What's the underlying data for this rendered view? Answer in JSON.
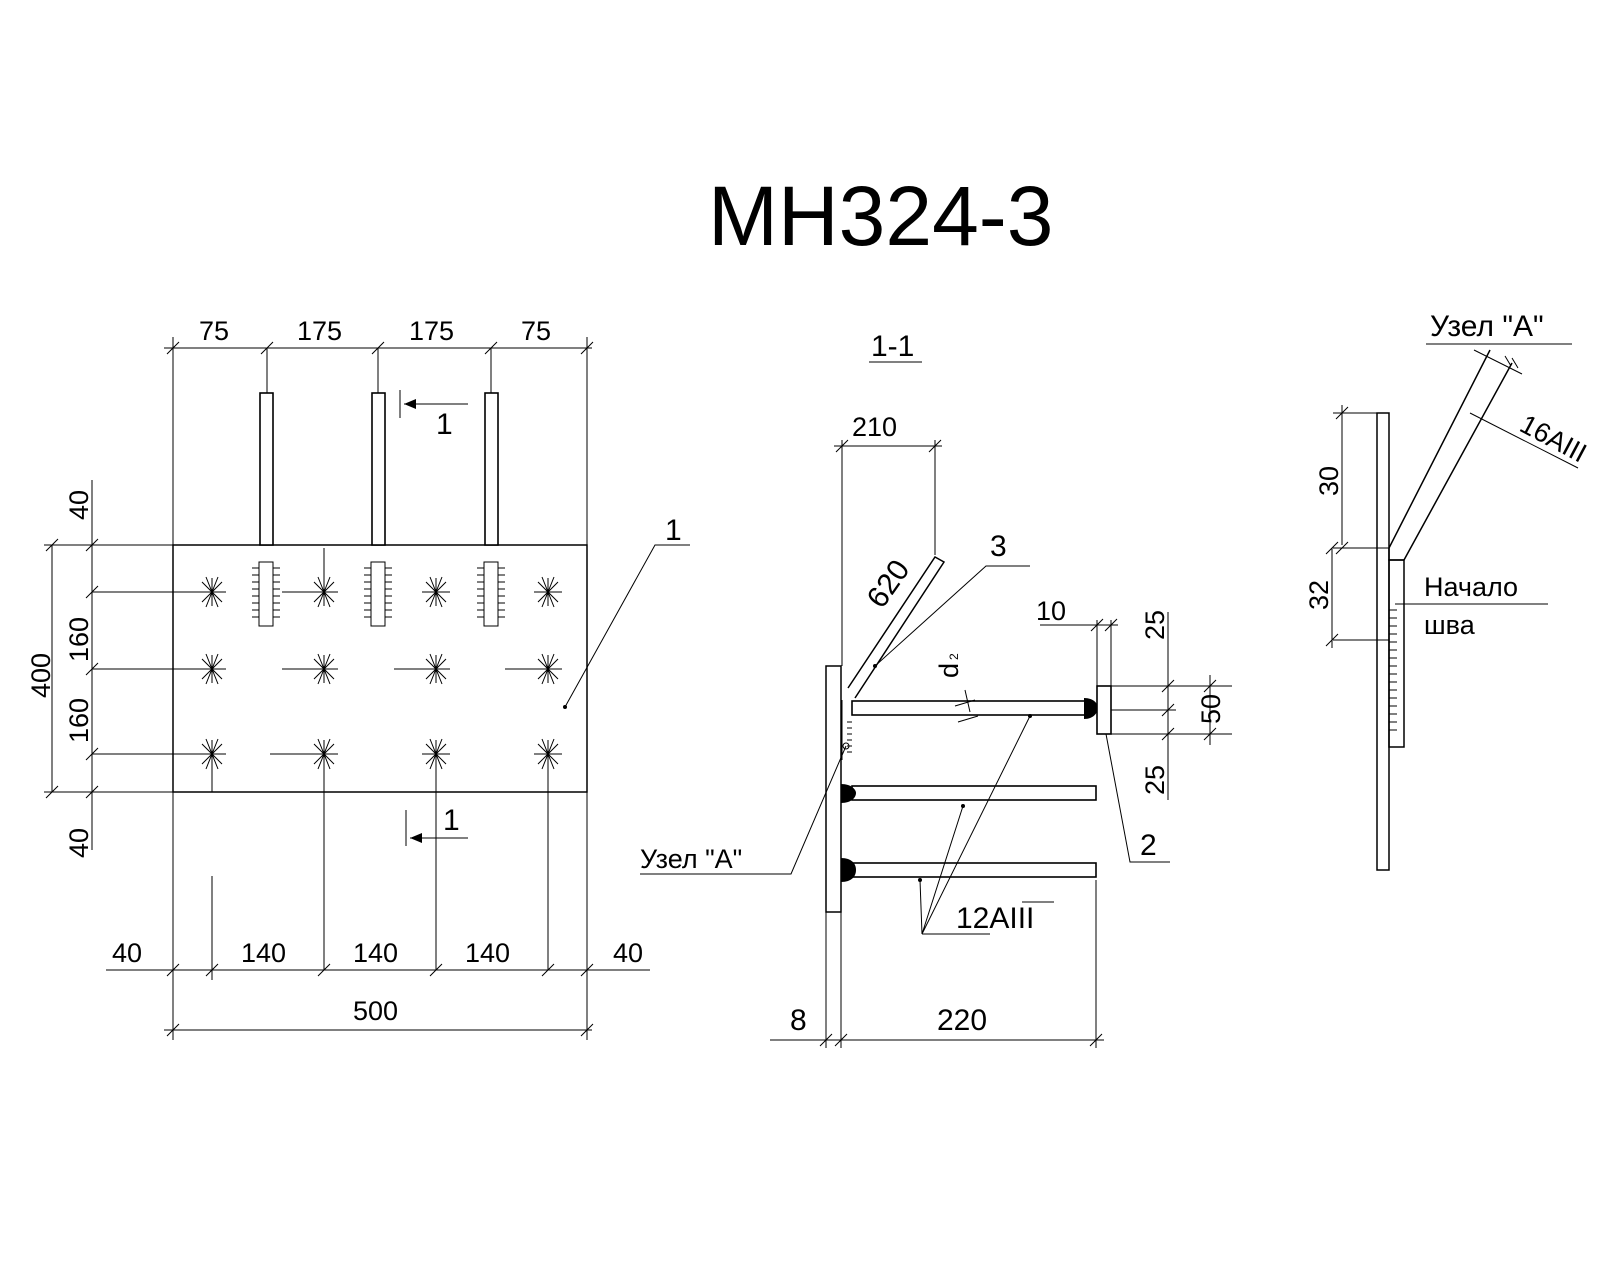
{
  "title": "МН324-3",
  "plan": {
    "top_dims": [
      "75",
      "175",
      "175",
      "75"
    ],
    "left_dims": {
      "total": "400",
      "top_edge": "40",
      "row1": "160",
      "row2": "160",
      "bottom_edge": "40"
    },
    "bottom_dims": [
      "40",
      "140",
      "140",
      "140",
      "40"
    ],
    "overall_width": "500",
    "section_mark_top": "1",
    "section_mark_bottom": "1",
    "callout_plate": "1"
  },
  "section": {
    "label": "1-1",
    "dim_210": "210",
    "dim_620": "620",
    "callout_3": "3",
    "dim_10": "10",
    "dim_25_top": "25",
    "dim_50": "50",
    "dim_25_bottom": "25",
    "d2_label": "d",
    "d2_sub": "2",
    "callout_2": "2",
    "node_label": "Узел \"А\"",
    "rebar_label": "12АIII",
    "dim_8": "8",
    "dim_220": "220"
  },
  "node": {
    "label": "Узел \"А\"",
    "rebar_label": "16АIII",
    "dim_30": "30",
    "dim_32": "32",
    "weld_start": [
      "Начало",
      "шва"
    ]
  }
}
